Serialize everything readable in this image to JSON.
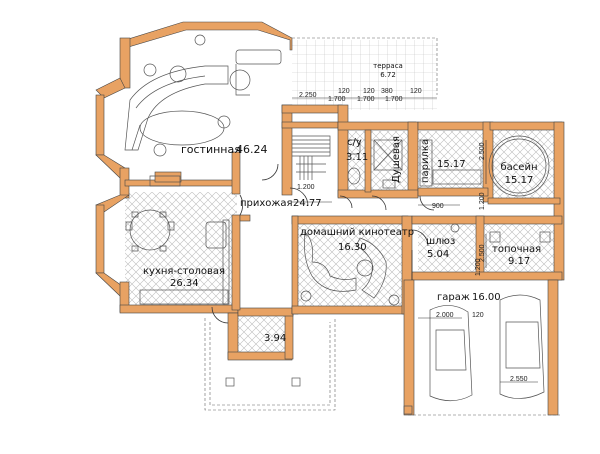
{
  "colors": {
    "wall": "#e8a263",
    "wall_edge": "#444444",
    "furniture": "#555555",
    "floor_hatch": "#bbbbbb"
  },
  "rooms": {
    "terrace": {
      "name": "терраса",
      "area": "6.72"
    },
    "living": {
      "name": "гостинная",
      "area": "46.24"
    },
    "wc": {
      "name": "с/у",
      "area": "3.11"
    },
    "shower": {
      "name": "Душевая"
    },
    "sauna": {
      "name": "парилка",
      "area": "15.17"
    },
    "pool": {
      "name": "басейн",
      "area": "15.17"
    },
    "hall": {
      "name": "прихожая",
      "area": "24.77"
    },
    "cinema": {
      "name": "домашний кинотеатр",
      "area": "16.30"
    },
    "airlock": {
      "name": "шлюз",
      "area": "5.04"
    },
    "boiler": {
      "name": "топочная",
      "area": "9.17"
    },
    "kitchen": {
      "name": "кухня-столовая",
      "area": "26.34"
    },
    "garage": {
      "name": "гараж",
      "area": "16.00"
    },
    "porch": {
      "area": "3.94"
    }
  },
  "dimensions": {
    "d2250": "2.250",
    "d120a": "120",
    "d1700a": "1.700",
    "d120b": "120",
    "d1700b": "1.700",
    "d380": "380",
    "d1700c": "1.700",
    "d120c": "120",
    "d1200a": "1.200",
    "d2500a": "2.500",
    "d1200b": "1.200",
    "d900": "900",
    "d2500b": "2.500",
    "d1200c": "1.200",
    "d2000": "2.000",
    "d120d": "120",
    "d2550": "2.550"
  }
}
